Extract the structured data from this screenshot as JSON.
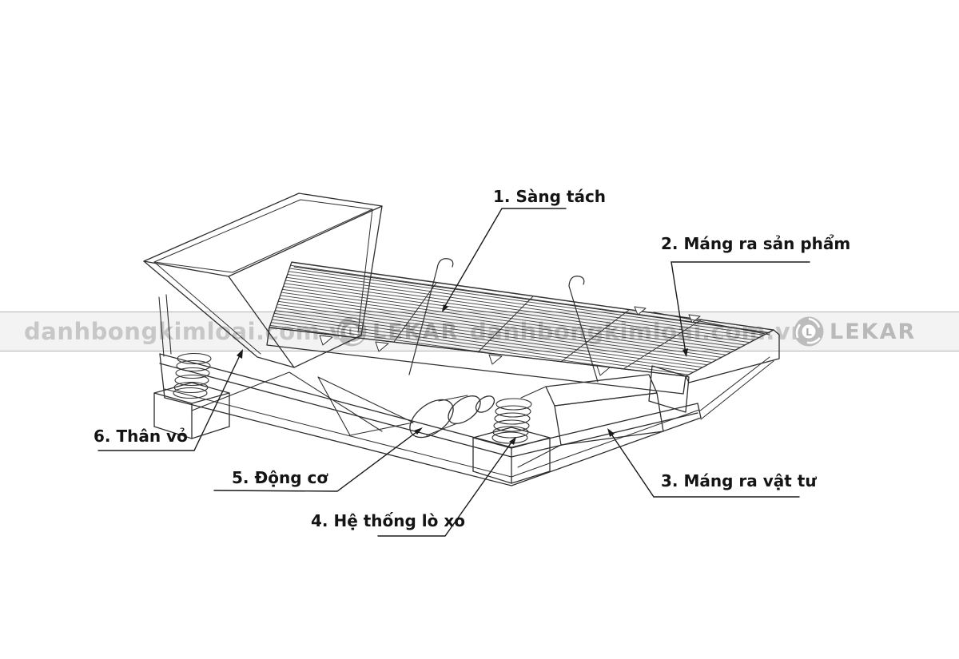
{
  "diagram": {
    "callouts": [
      {
        "id": 1,
        "label": "1. Sàng tách"
      },
      {
        "id": 2,
        "label": "2. Máng ra sản phẩm"
      },
      {
        "id": 3,
        "label": "3. Máng ra vật tư"
      },
      {
        "id": 4,
        "label": "4. Hệ thống lò xo"
      },
      {
        "id": 5,
        "label": "5. Động cơ"
      },
      {
        "id": 6,
        "label": "6. Thân vỏ"
      }
    ]
  },
  "watermark": {
    "url_text": "danhbongkimloai.com.vn",
    "brand_text": "LEKAR",
    "logo_letter": "L"
  },
  "colors": {
    "background": "#ffffff",
    "drawing_line": "#2e2e2e",
    "label_text": "#141414",
    "watermark_text": "#c7c7c7",
    "watermark_brand": "#b9b9b9",
    "watermark_border": "#b3b3b3"
  }
}
